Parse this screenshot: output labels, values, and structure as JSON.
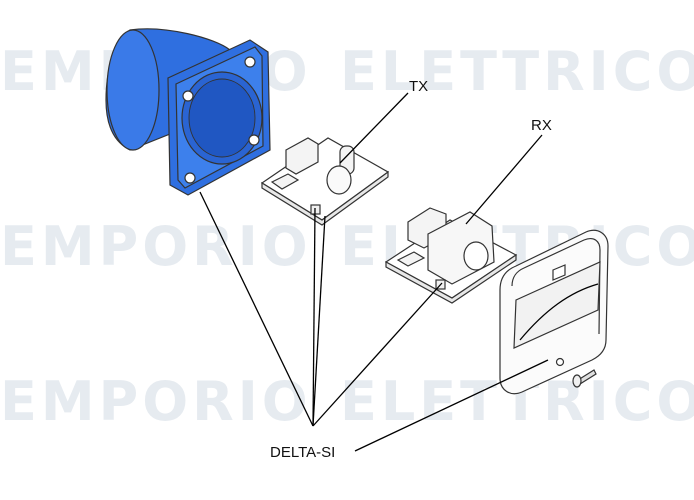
{
  "diagram": {
    "watermark_rows": [
      {
        "left": "EMPORIO",
        "right": "ELETTRICO"
      },
      {
        "left": "EMPORIO",
        "right": "ELETTRICO"
      },
      {
        "left": "EMPORIO",
        "right": "ELETTRICO"
      }
    ],
    "labels": {
      "tx": "TX",
      "rx": "RX",
      "product": "DELTA-SI"
    },
    "colors": {
      "housing_blue": "#2f6fe0",
      "housing_blue_dark": "#1d4fb8",
      "outline": "#333333",
      "watermark": "#e6ebf0"
    }
  }
}
